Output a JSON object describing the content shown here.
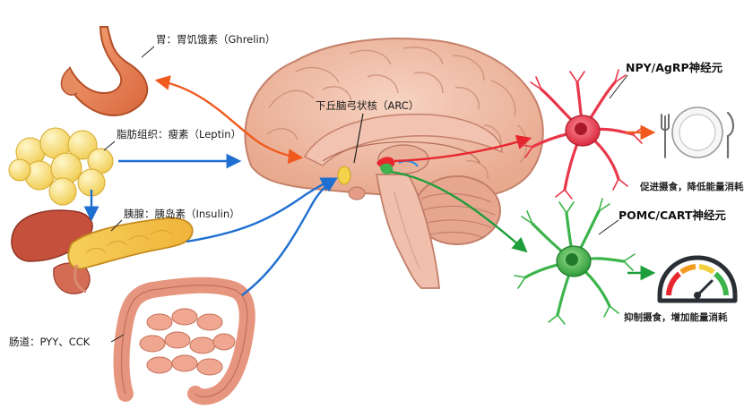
{
  "labels": {
    "stomach": "胃：胃饥饿素（Ghrelin）",
    "adipose": "脂肪组织：瘦素（Leptin）",
    "pancreas": "胰腺：胰岛素（Insulin）",
    "intestine": "肠道：PYY、CCK",
    "arc": "下丘脑弓状核（ARC）",
    "npy_title": "NPY/AgRP神经元",
    "npy_effect": "促进摄食，降低能量消耗",
    "pomc_title": "POMC/CART神经元",
    "pomc_effect": "抑制摄食，增加能量消耗"
  },
  "colors": {
    "ghrelin_arrow": "#f05a1e",
    "signal_arrow": "#1f6fd1",
    "npy_arrow": "#e8262e",
    "pomc_arrow": "#1e9e3a",
    "npy_neuron": "#e8374a",
    "pomc_neuron": "#3cb44b"
  },
  "icons": {
    "plate": "plate-fork-knife-icon",
    "gauge": "energy-gauge-icon"
  }
}
